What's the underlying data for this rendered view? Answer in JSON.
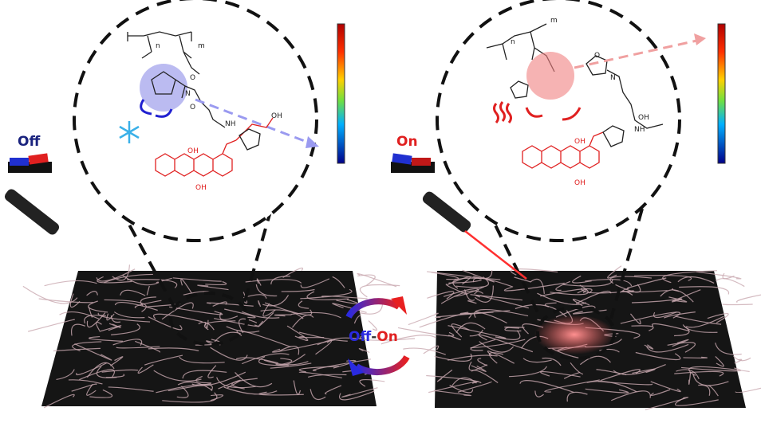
{
  "labels": {
    "off": "Off",
    "on": "On",
    "cycle_off": "Off",
    "cycle_dash": "-",
    "cycle_on": "On"
  },
  "chemistry_left": {
    "n": "n",
    "m": "m",
    "o1": "O",
    "o2": "O",
    "n_atom": "N",
    "nh": "NH",
    "oh1": "OH",
    "oh2": "OH",
    "oh3": "OH"
  },
  "chemistry_right": {
    "n": "n",
    "m": "m",
    "o1": "O",
    "n_atom": "N",
    "nh": "NH",
    "oh1": "OH",
    "oh2": "OH",
    "oh3": "OH"
  },
  "colors": {
    "off_blue": "#1a237e",
    "on_red": "#e02020",
    "cycle_blue": "#2a2ae0",
    "cycle_red": "#e82020",
    "mat": "#151515",
    "fiber": "#c9a9b0"
  }
}
